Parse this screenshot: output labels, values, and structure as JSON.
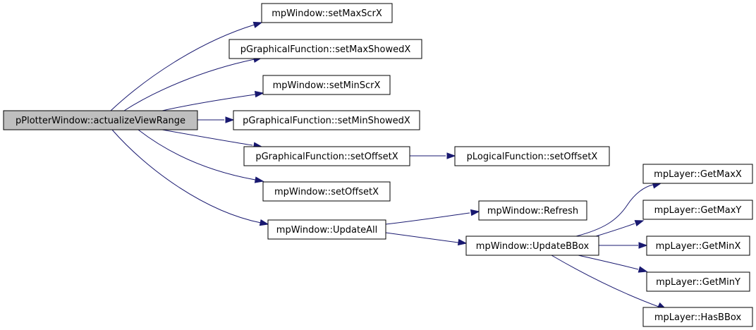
{
  "diagram": {
    "type": "call-graph",
    "nodes": [
      {
        "id": "root",
        "label": "pPlotterWindow::actualizeViewRange",
        "root": true
      },
      {
        "id": "setMaxScrX",
        "label": "mpWindow::setMaxScrX"
      },
      {
        "id": "setMaxShowedX",
        "label": "pGraphicalFunction::setMaxShowedX"
      },
      {
        "id": "setMinScrX",
        "label": "mpWindow::setMinScrX"
      },
      {
        "id": "setMinShowedX",
        "label": "pGraphicalFunction::setMinShowedX"
      },
      {
        "id": "gfSetOffsetX",
        "label": "pGraphicalFunction::setOffsetX"
      },
      {
        "id": "lfSetOffsetX",
        "label": "pLogicalFunction::setOffsetX"
      },
      {
        "id": "winSetOffsetX",
        "label": "mpWindow::setOffsetX"
      },
      {
        "id": "updateAll",
        "label": "mpWindow::UpdateAll"
      },
      {
        "id": "refresh",
        "label": "mpWindow::Refresh"
      },
      {
        "id": "updateBBox",
        "label": "mpWindow::UpdateBBox"
      },
      {
        "id": "getMaxX",
        "label": "mpLayer::GetMaxX"
      },
      {
        "id": "getMaxY",
        "label": "mpLayer::GetMaxY"
      },
      {
        "id": "getMinX",
        "label": "mpLayer::GetMinX"
      },
      {
        "id": "getMinY",
        "label": "mpLayer::GetMinY"
      },
      {
        "id": "hasBBox",
        "label": "mpLayer::HasBBox"
      }
    ],
    "edges": [
      {
        "from": "root",
        "to": "setMaxScrX"
      },
      {
        "from": "root",
        "to": "setMaxShowedX"
      },
      {
        "from": "root",
        "to": "setMinScrX"
      },
      {
        "from": "root",
        "to": "setMinShowedX"
      },
      {
        "from": "root",
        "to": "gfSetOffsetX"
      },
      {
        "from": "root",
        "to": "winSetOffsetX"
      },
      {
        "from": "root",
        "to": "updateAll"
      },
      {
        "from": "gfSetOffsetX",
        "to": "lfSetOffsetX"
      },
      {
        "from": "updateAll",
        "to": "refresh"
      },
      {
        "from": "updateAll",
        "to": "updateBBox"
      },
      {
        "from": "updateBBox",
        "to": "getMaxX"
      },
      {
        "from": "updateBBox",
        "to": "getMaxY"
      },
      {
        "from": "updateBBox",
        "to": "getMinX"
      },
      {
        "from": "updateBBox",
        "to": "getMinY"
      },
      {
        "from": "updateBBox",
        "to": "hasBBox"
      }
    ],
    "colors": {
      "edge": "#191970",
      "root_fill": "#bfbfbf",
      "node_fill": "#ffffff",
      "node_border": "#000000"
    }
  }
}
